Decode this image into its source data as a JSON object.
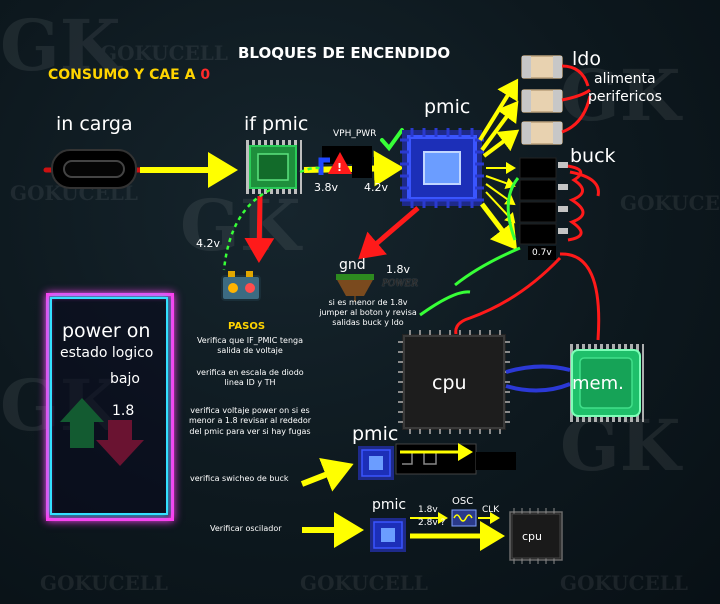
{
  "title": "BLOQUES DE ENCENDIDO",
  "subtitle": {
    "text": "CONSUMO Y CAE A ",
    "zero": "0"
  },
  "watermark": {
    "brand": "GOKUCELL",
    "mark": "GK"
  },
  "labels": {
    "in_carga": "in carga",
    "if_pmic": "if pmic",
    "vph_pwr": "VPH_PWR",
    "v38": "3.8v",
    "v42_right": "4.2v",
    "pmic": "pmic",
    "ldo": "ldo",
    "alimenta": "alimenta",
    "perifericos": "perifericos",
    "buck": "buck",
    "v07": "0.7v",
    "v42_left": "4.2v",
    "gnd": "gnd",
    "v18": "1.8v",
    "power_handwritten": "POWER",
    "gnd_note": "si es menor de 1.8v jumper al boton y revisa salidas buck y ldo",
    "cpu": "cpu",
    "mem": "mem.",
    "power_on": "power on",
    "estado_logico": "estado logico",
    "bajo": "bajo",
    "v18_low": "1.8",
    "pasos_title": "PASOS",
    "step1": "Verifica que IF_PMIC tenga salida de voltaje",
    "step2": "verifica en escala de diodo linea ID y TH",
    "step3": "verifica voltaje power on si es menor a 1.8 revisar al rededor del pmic para ver si hay fugas",
    "step4": "verifica swicheo de buck",
    "step5": "Verificar oscilador",
    "pmic_small1": "pmic",
    "pmic_small2": "pmic",
    "osc_v1": "1.8v",
    "osc_v2": "2.8v ?",
    "osc": "OSC",
    "clk": "CLK",
    "cpu_small": "cpu"
  },
  "colors": {
    "yellow": "#ffff00",
    "red": "#ff1a1a",
    "green": "#37ff37",
    "pmic_blue": "#2233cc",
    "mem_green": "#1fbf6a",
    "power_border": "#ff3df0"
  },
  "icons": [
    "usb-port-icon",
    "chip-icon",
    "capacitor-icon",
    "battery-icon",
    "ground-icon",
    "warning-icon",
    "checkmark-icon",
    "arrow-up-icon",
    "arrow-down-icon",
    "oscillator-icon"
  ]
}
